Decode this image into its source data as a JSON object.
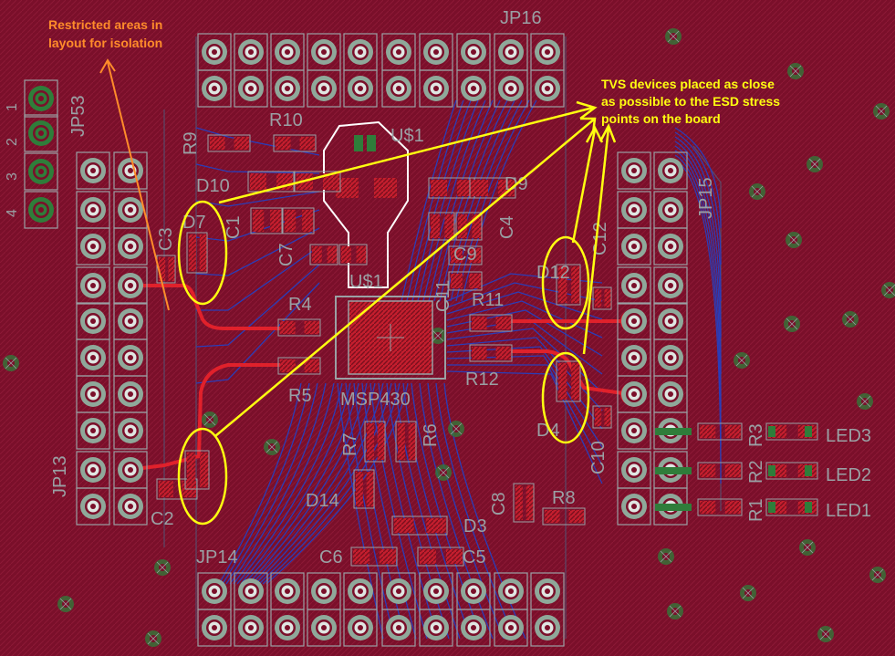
{
  "colors": {
    "board": "#7a0f2a",
    "trace_blue": "#2a3db8",
    "trace_red": "#e0212b",
    "pad_green": "#2f7d3a",
    "silk_gray": "#9aa0a4",
    "annotation_orange": "#ff8c2a",
    "annotation_yellow": "#ffff10"
  },
  "annotations": {
    "isolation_line1": "Restricted areas in",
    "isolation_line2": "layout for isolation",
    "tvs_line1": "TVS devices placed as close",
    "tvs_line2": "as possible to the ESD stress",
    "tvs_line3": "points on the board"
  },
  "designators": {
    "jp16": "JP16",
    "jp53": "JP53",
    "jp15": "JP15",
    "jp13": "JP13",
    "jp14": "JP14",
    "r10": "R10",
    "r9": "R9",
    "d10": "D10",
    "d7": "D7",
    "c3": "C3",
    "c1": "C1",
    "c7": "C7",
    "u1_top": "U$1",
    "u1_mid": "U$1",
    "d9": "D9",
    "c4": "C4",
    "c9": "C9",
    "c11": "C11",
    "r4": "R4",
    "r11": "R11",
    "r12": "R12",
    "r5": "R5",
    "msp430": "MSP430",
    "r7": "R7",
    "r6": "R6",
    "d14": "D14",
    "c8": "C8",
    "r8": "R8",
    "d3": "D3",
    "c6": "C6",
    "c5": "C5",
    "c2": "C2",
    "c10": "C10",
    "d12": "D12",
    "d4": "D4",
    "c12": "C12",
    "led1": "LED1",
    "led2": "LED2",
    "led3": "LED3",
    "r1": "R1",
    "r2": "R2",
    "r3": "R3"
  },
  "jp53_pins": [
    "1",
    "2",
    "3",
    "4"
  ]
}
